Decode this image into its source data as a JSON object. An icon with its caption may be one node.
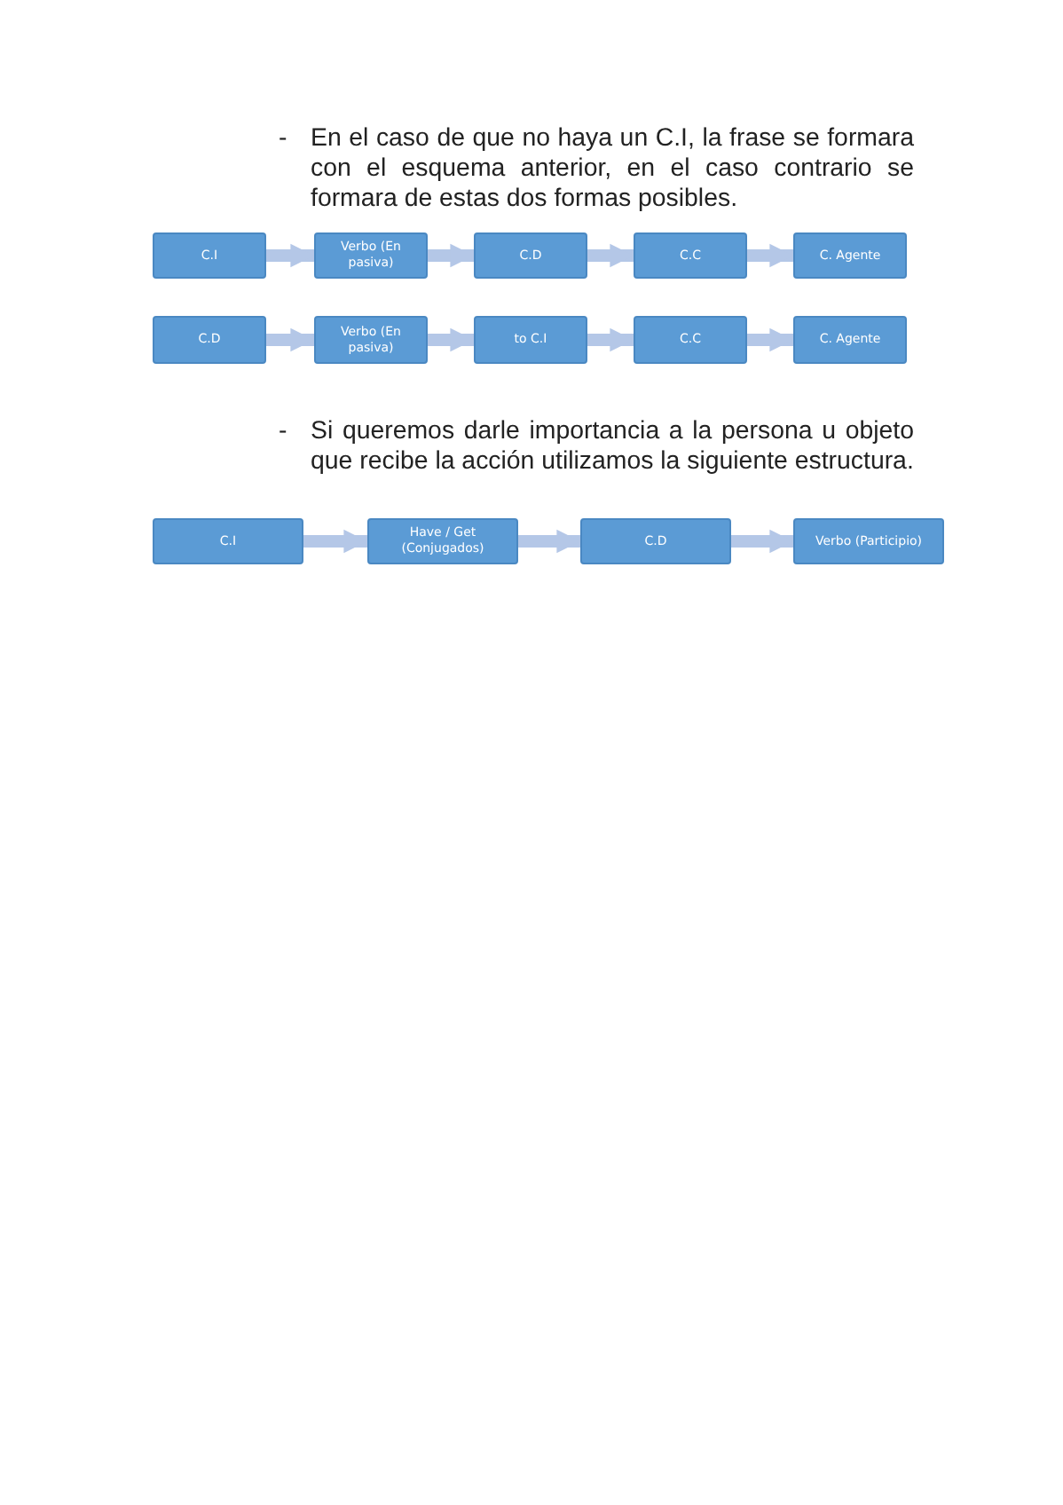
{
  "diagram": {
    "nodes": [
      {
        "text": [
          "C.I"
        ]
      },
      {
        "text": [
          "Verbo (En pasiva)"
        ]
      },
      {
        "text": [
          "C.D"
        ]
      },
      {
        "text": [
          "C.C"
        ]
      },
      {
        "text": [
          "C. Agente"
        ]
      },
      {
        "text": [
          "C.D"
        ]
      },
      {
        "text": [
          "Verbo (En pasiva)"
        ]
      },
      {
        "text": [
          "to C.I"
        ]
      },
      {
        "text": [
          "C.C"
        ]
      },
      {
        "text": [
          "C. Agente"
        ]
      },
      {
        "text": [
          "C.I"
        ]
      },
      {
        "text": [
          "Have / Get (Conjugados)"
        ]
      },
      {
        "text": [
          "C.D"
        ]
      },
      {
        "text": [
          "Verbo (Participio)"
        ]
      }
    ],
    "edges": [
      {
        "from": 0,
        "to": 1,
        "arrow": "to"
      },
      {
        "from": 1,
        "to": 2,
        "arrow": "to"
      },
      {
        "from": 2,
        "to": 3,
        "arrow": "to"
      },
      {
        "from": 3,
        "to": 4,
        "arrow": "to"
      },
      {
        "from": 5,
        "to": 6,
        "arrow": "to"
      },
      {
        "from": 6,
        "to": 7,
        "arrow": "to"
      },
      {
        "from": 7,
        "to": 8,
        "arrow": "to"
      },
      {
        "from": 8,
        "to": 9,
        "arrow": "to"
      },
      {
        "from": 10,
        "to": 11,
        "arrow": "to"
      },
      {
        "from": 11,
        "to": 12,
        "arrow": "to"
      },
      {
        "from": 12,
        "to": 13,
        "arrow": "to"
      }
    ],
    "labels": [
      "-",
      "En el caso de que no haya un C.I, la frase se formara con el esquema anterior, en el caso contrario se formara de estas dos formas posibles.",
      "-",
      "Si queremos darle importancia a la persona u objeto que recibe la acción utilizamos la siguiente estructura."
    ]
  }
}
